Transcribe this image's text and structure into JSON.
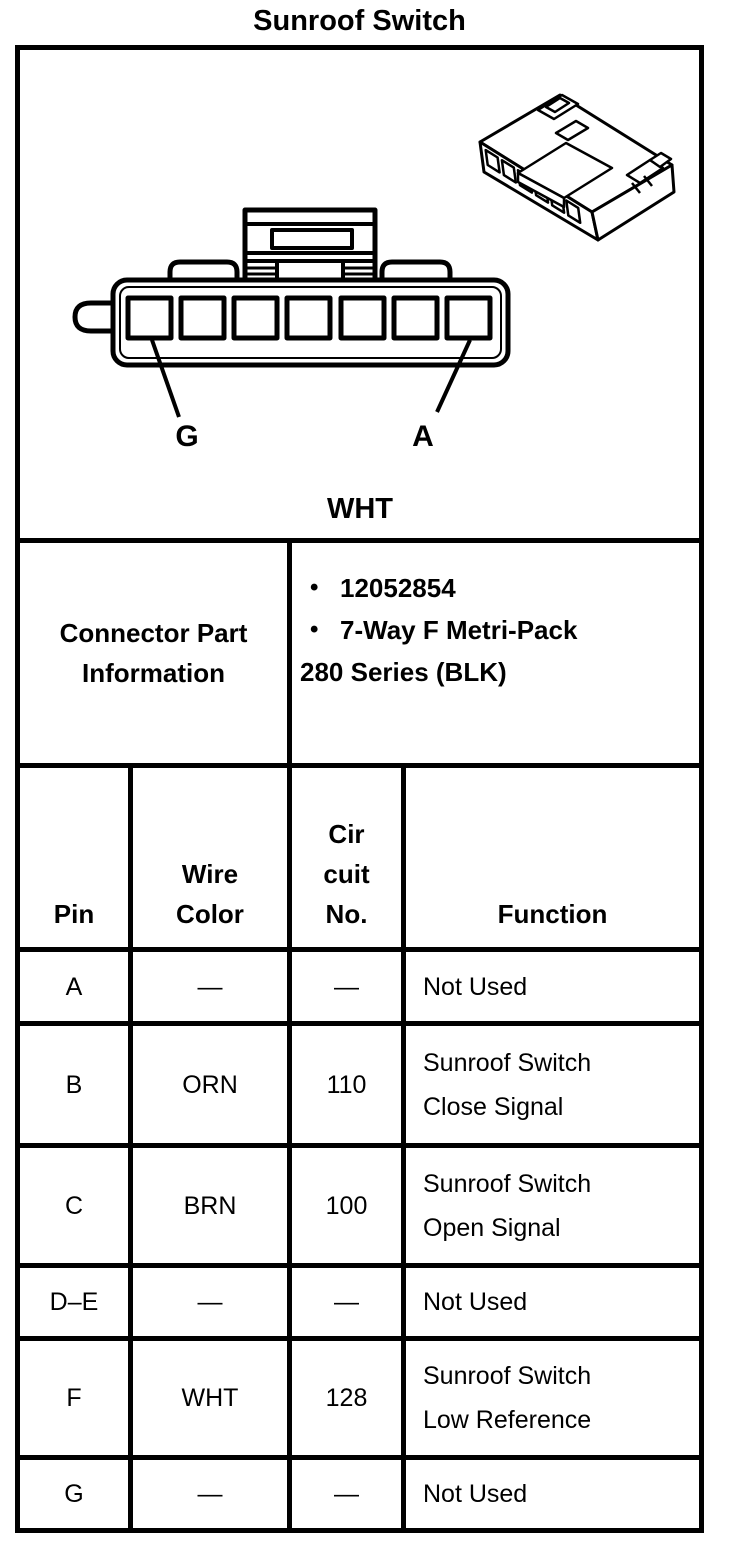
{
  "title": "Sunroof Switch",
  "figure": {
    "pin_label_left": "G",
    "pin_label_right": "A",
    "connector_color_label": "WHT"
  },
  "part_info": {
    "label": "Connector Part\nInformation",
    "bullet_char": "•",
    "bullets": [
      "12052854",
      "7-Way F Metri-Pack"
    ],
    "continuation": "280 Series (BLK)"
  },
  "table": {
    "headers": [
      "Pin",
      "Wire\nColor",
      "Cir\ncuit\nNo.",
      "Function"
    ],
    "rows": [
      {
        "pin": "A",
        "wire_color": "—",
        "circuit_no": "—",
        "function": "Not Used"
      },
      {
        "pin": "B",
        "wire_color": "ORN",
        "circuit_no": "110",
        "function": "Sunroof Switch\nClose Signal"
      },
      {
        "pin": "C",
        "wire_color": "BRN",
        "circuit_no": "100",
        "function": "Sunroof Switch\nOpen Signal"
      },
      {
        "pin": "D–E",
        "wire_color": "—",
        "circuit_no": "—",
        "function": "Not Used"
      },
      {
        "pin": "F",
        "wire_color": "WHT",
        "circuit_no": "128",
        "function": "Sunroof Switch\nLow Reference"
      },
      {
        "pin": "G",
        "wire_color": "—",
        "circuit_no": "—",
        "function": "Not Used"
      }
    ]
  },
  "colors": {
    "line": "#000000",
    "background": "#ffffff"
  }
}
